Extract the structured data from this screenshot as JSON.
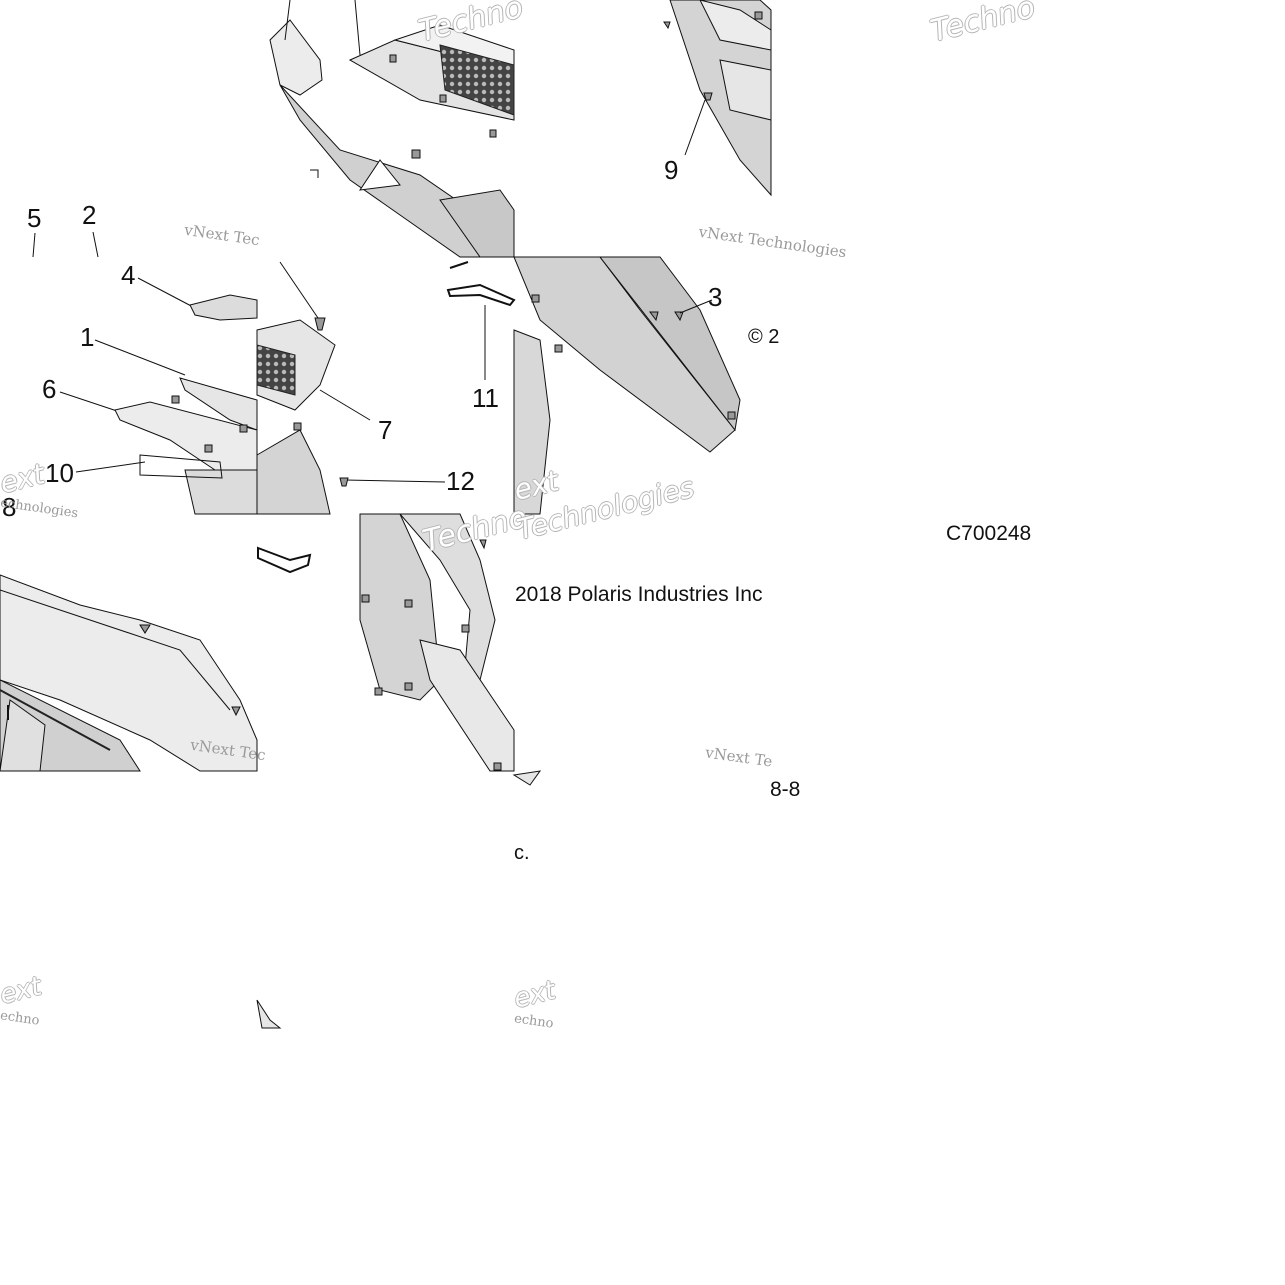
{
  "diagram": {
    "callouts": {
      "c1": "1",
      "c2": "2",
      "c3": "3",
      "c4": "4",
      "c5": "5",
      "c6": "6",
      "c7": "7",
      "c8": "8",
      "c9": "9",
      "c10": "10",
      "c11": "11",
      "c12": "12"
    },
    "watermarks": {
      "vnext_tech": "vNext Tec",
      "vnext_technologies": "vNext Technologies",
      "techno": "Techno",
      "technologies": "Technologies",
      "echnologies": "echnologies",
      "vnext_short": "vNext Te",
      "ext": "ext",
      "echno": "echno"
    },
    "copyright_symbol": "© 2",
    "copyright_line": "2018 Polaris Industries Inc",
    "copyright_tail": "c.",
    "drawing_code": "C700248",
    "page_ref": "8-8"
  },
  "colors": {
    "line": "#111111",
    "part_fill": "#d6d6d6",
    "part_fill_light": "#ececec",
    "grille": "#555555",
    "background": "#ffffff"
  }
}
